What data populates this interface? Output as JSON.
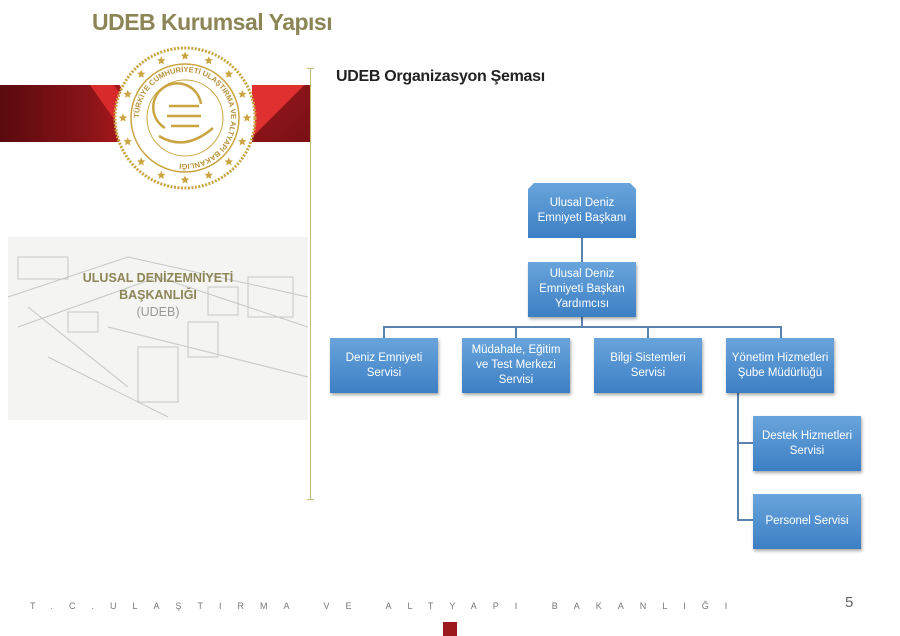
{
  "header": {
    "title": "UDEB Kurumsal Yapısı"
  },
  "logo": {
    "seal_text": "TÜRKİYE CUMHURİYETİ ULAŞTIRMA VE ALTYAPI BAKANLIĞI"
  },
  "left_panel": {
    "name_line1": "ULUSAL DENİZEMNİYETİ",
    "name_line2": "BAŞKANLIĞI",
    "abbr": "(UDEB)"
  },
  "chart": {
    "title": "UDEB Organizasyon Şeması",
    "head": "Ulusal Deniz Emniyeti Başkanı",
    "deputy": "Ulusal Deniz Emniyeti Başkan Yardımcısı",
    "services": [
      "Deniz Emniyeti Servisi",
      "Müdahale, Eğitim ve Test Merkezi Servisi",
      "Bilgi Sistemleri Servisi",
      "Yönetim Hizmetleri Şube Müdürlüğü"
    ],
    "sub_units": [
      "Destek Hizmetleri Servisi",
      "Personel Servisi"
    ]
  },
  "footer": {
    "ministry": "T.C.ULAŞTIRMA VE ALTYAPI BAKANLIĞI",
    "page_number": "5"
  },
  "colors": {
    "accent_gold": "#8c8556",
    "box_blue": "#4a8bcf",
    "brand_red": "#9c1a1e"
  }
}
